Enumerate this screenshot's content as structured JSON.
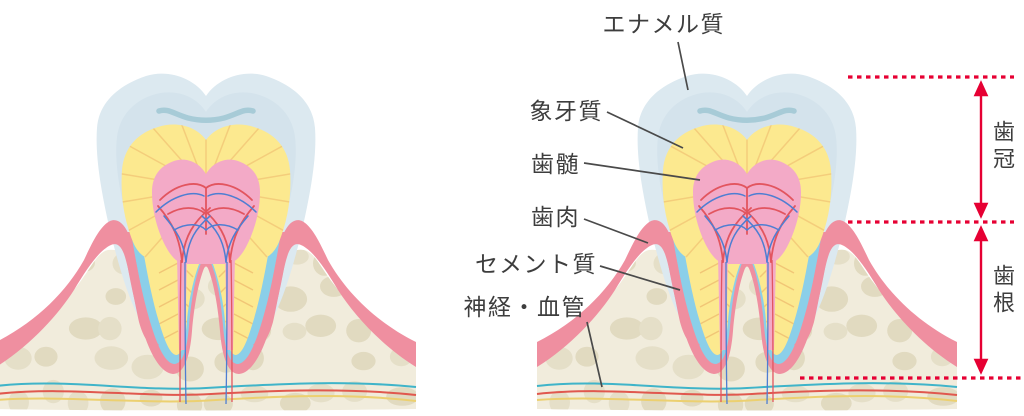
{
  "diagram": {
    "description": "Tooth anatomy cross-section diagram (two molars, right one annotated)",
    "labels": [
      {
        "id": "enamel",
        "text": "エナメル質"
      },
      {
        "id": "dentin",
        "text": "象牙質"
      },
      {
        "id": "pulp",
        "text": "歯髄"
      },
      {
        "id": "gum",
        "text": "歯肉"
      },
      {
        "id": "cementum",
        "text": "セメント質"
      },
      {
        "id": "nerve_vessel",
        "text": "神経・血管"
      }
    ],
    "brackets": [
      {
        "id": "crown",
        "text": "歯冠"
      },
      {
        "id": "root",
        "text": "歯根"
      }
    ],
    "colors": {
      "enamel": "#dce9f0",
      "enamel_inner": "#d4e3ec",
      "fissure": "#a7cbd7",
      "dentin": "#fce98f",
      "dentin_spoke": "#edb76c",
      "pulp": "#f3aac7",
      "vessel_red": "#e2555f",
      "vessel_blue": "#4e7ed2",
      "cementum": "#8bcfe9",
      "gum": "#ef8fa0",
      "bone": "#f1ecdc",
      "pebble": "#e3dcc4",
      "nerve_teal": "#3fb4c9",
      "nerve_red": "#e0584e",
      "nerve_yellow": "#ecd070",
      "annotation_red": "#e60033",
      "label_text": "#3d3d3d",
      "leader_line": "#4a4a4a"
    }
  }
}
